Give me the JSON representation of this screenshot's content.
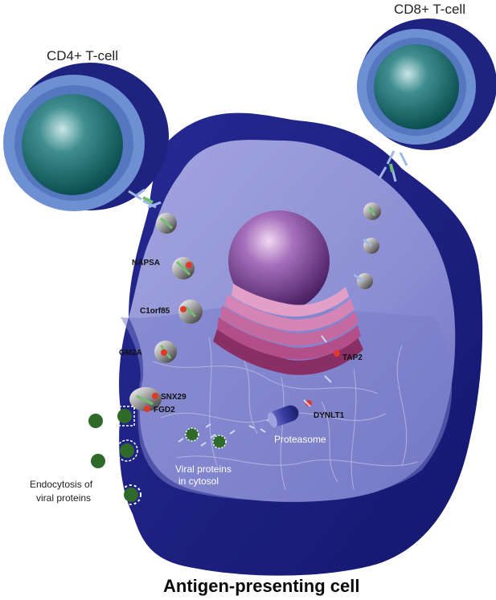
{
  "labels": {
    "cd4": "CD4+ T-cell",
    "cd8": "CD8+ T-cell",
    "napsa": "NAPSA",
    "c1orf85": "C1orf85",
    "gm2a": "GM2A",
    "snx29": "SNX29",
    "fgd2": "FGD2",
    "tap2": "TAP2",
    "dynlt1": "DYNLT1",
    "proteasome": "Proteasome",
    "viral_proteins_line1": "Viral proteins",
    "viral_proteins_line2": "in cytosol",
    "endocytosis_line1": "Endocytosis of",
    "endocytosis_line2": "viral proteins",
    "title": "Antigen-presenting cell"
  },
  "colors": {
    "cell_outer": "#1c1f86",
    "cell_inner": "#8d90d4",
    "tcell_shell": "#2a2f8f",
    "tcell_ring": "#6f8fd0",
    "tcell_core": "#0f5a5c",
    "nucleus": "#7a3f8f",
    "golgi": "#a2457a",
    "marker_red": "#e0392b",
    "virus_green": "#2f6a2a"
  }
}
